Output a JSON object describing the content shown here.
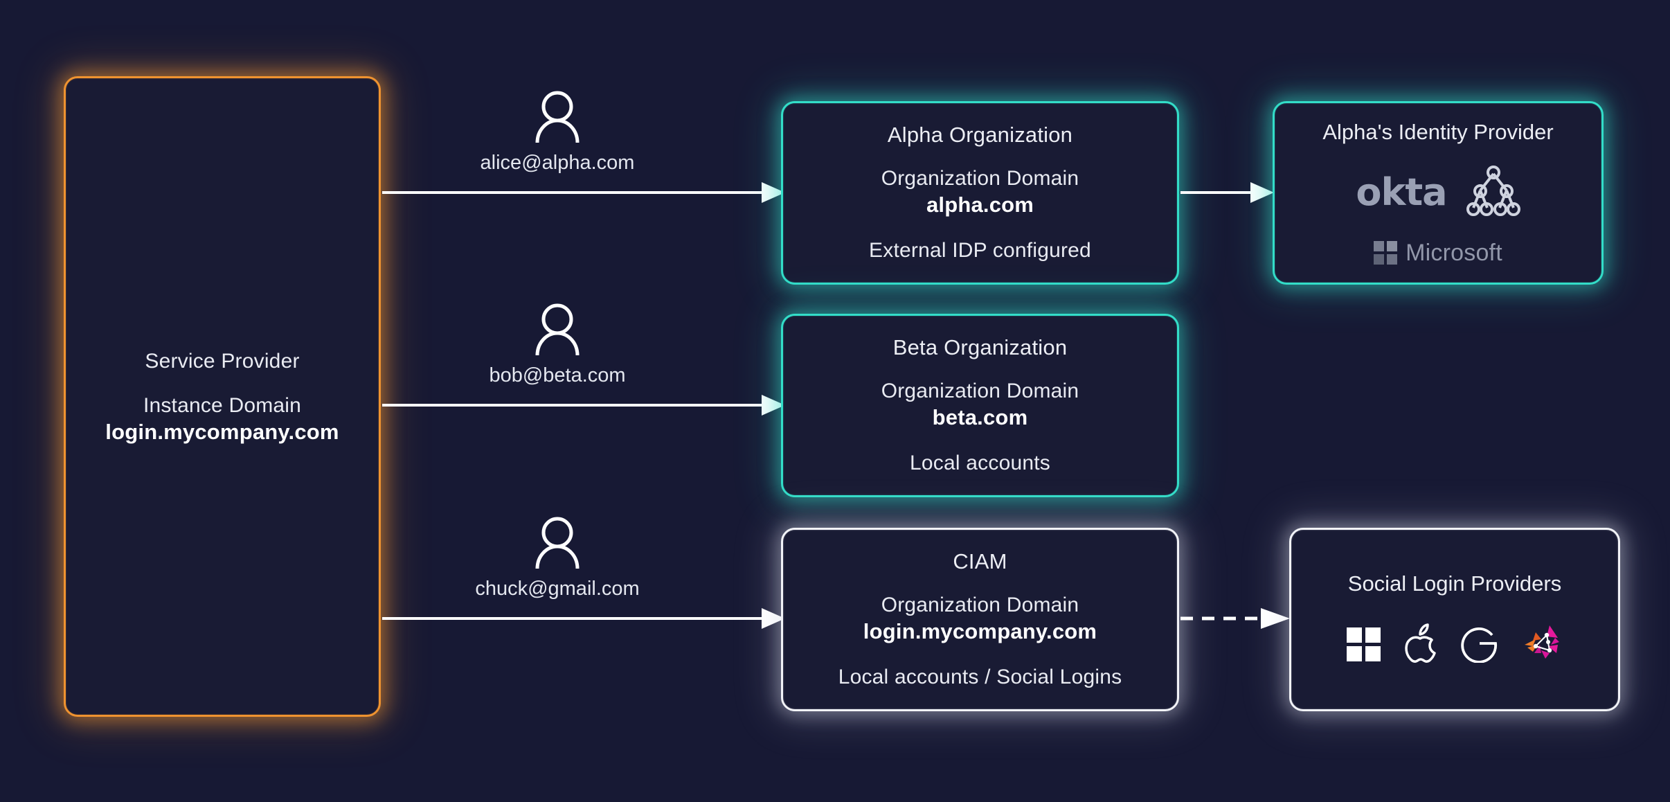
{
  "canvas": {
    "background": "#171934"
  },
  "colors": {
    "orange": "#ef9330",
    "teal": "#33ddc8",
    "white": "#f2f3f8",
    "text": "#e9ebf2",
    "okta_gray": "#9aa0b4",
    "microsoft_gray": "#9297aa"
  },
  "service_provider": {
    "title": "Service Provider",
    "domain_label": "Instance Domain",
    "domain_value": "login.mycompany.com"
  },
  "actors": [
    {
      "icon": "person-icon",
      "email": "alice@alpha.com"
    },
    {
      "icon": "person-icon",
      "email": "bob@beta.com"
    },
    {
      "icon": "person-icon",
      "email": "chuck@gmail.com"
    }
  ],
  "organizations": [
    {
      "title": "Alpha Organization",
      "domain_label": "Organization Domain",
      "domain_value": "alpha.com",
      "auth_note": "External IDP configured"
    },
    {
      "title": "Beta Organization",
      "domain_label": "Organization Domain",
      "domain_value": "beta.com",
      "auth_note": "Local accounts"
    },
    {
      "title": "CIAM",
      "domain_label": "Organization Domain",
      "domain_value": "login.mycompany.com",
      "auth_note": "Local accounts / Social Logins"
    }
  ],
  "identity_providers": {
    "alpha": {
      "title": "Alpha's Identity Provider",
      "okta_label": "okta",
      "microsoft_label": "Microsoft",
      "icons": [
        "okta-logo-icon",
        "ldap-tree-icon",
        "microsoft-logo-icon"
      ]
    },
    "social": {
      "title": "Social  Login Providers",
      "icons": [
        "windows-logo-icon",
        "apple-logo-icon",
        "google-logo-icon",
        "auth0-logo-icon"
      ]
    }
  },
  "arrows": [
    {
      "name": "arrow-alice-to-alpha",
      "style": "solid"
    },
    {
      "name": "arrow-bob-to-beta",
      "style": "solid"
    },
    {
      "name": "arrow-chuck-to-ciam",
      "style": "solid"
    },
    {
      "name": "arrow-alpha-to-idp",
      "style": "solid"
    },
    {
      "name": "arrow-ciam-to-social",
      "style": "dashed"
    }
  ]
}
